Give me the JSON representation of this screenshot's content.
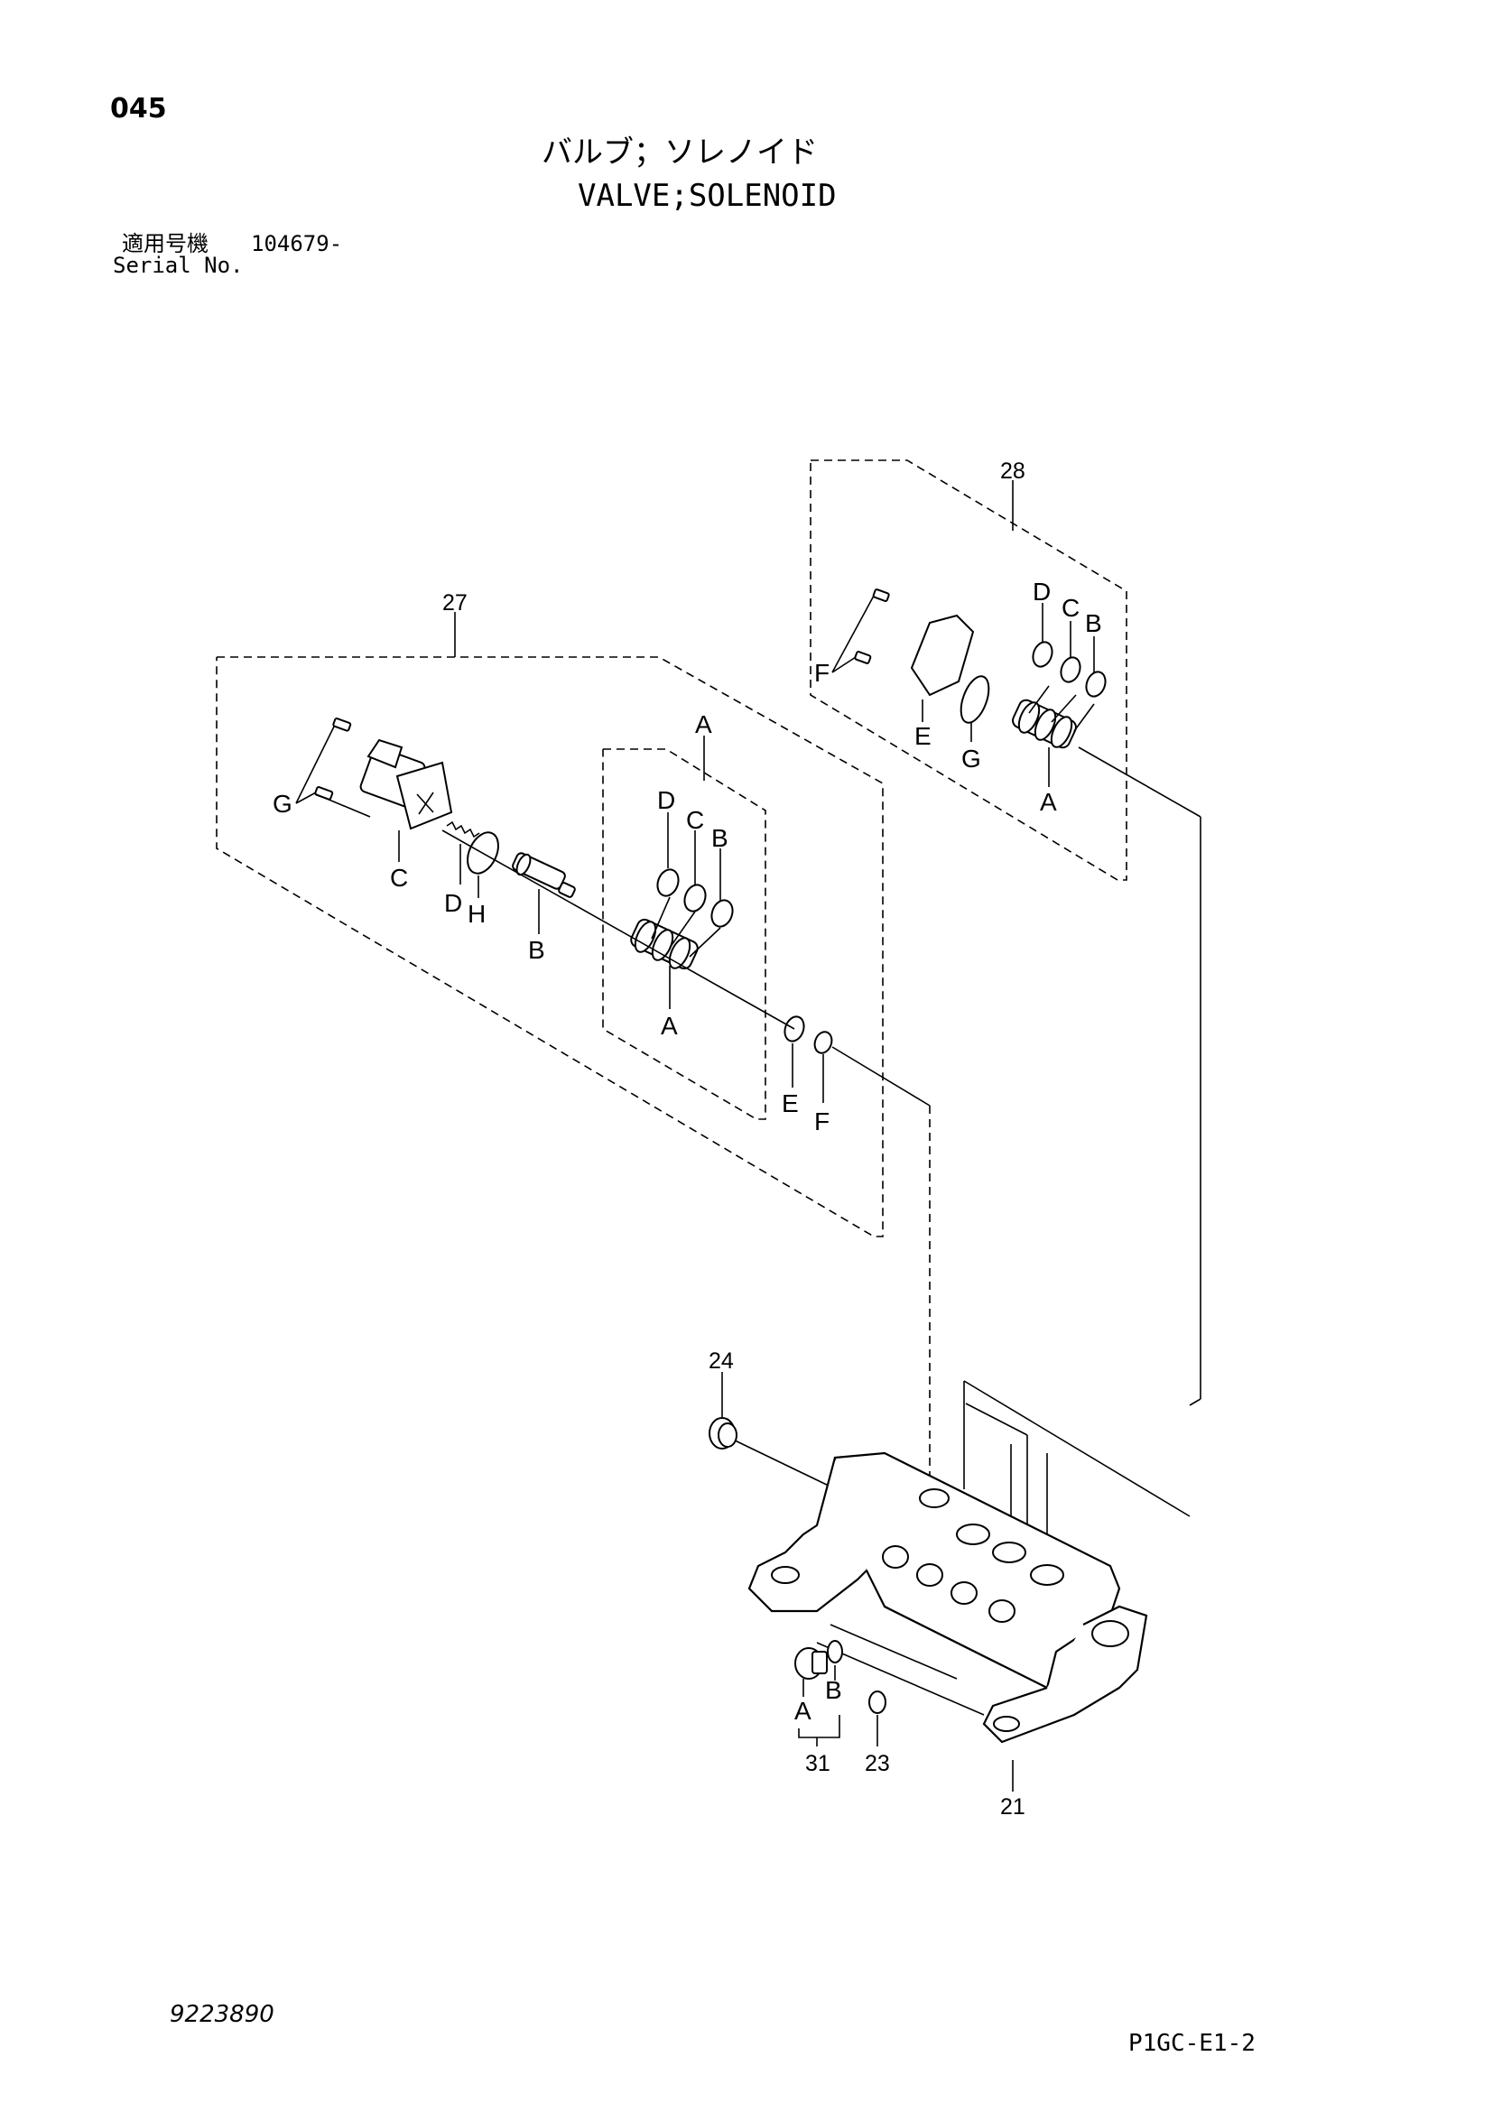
{
  "page_number": "045",
  "title_jp": "バルブ；ソレノイド",
  "title_en": "VALVE;SOLENOID",
  "serial": {
    "label_jp": "適用号機",
    "value": "104679-",
    "label_en": "Serial No."
  },
  "callouts": {
    "assy_27": "27",
    "assy_28": "28",
    "sub_A": "A",
    "body_21": "21",
    "plug_23": "23",
    "plug_24": "24",
    "assy_31": "31"
  },
  "letters": {
    "A": "A",
    "B": "B",
    "C": "C",
    "D": "D",
    "E": "E",
    "F": "F",
    "G": "G",
    "H": "H"
  },
  "footer_left": "9223890",
  "footer_right": "P1GC-E1-2"
}
